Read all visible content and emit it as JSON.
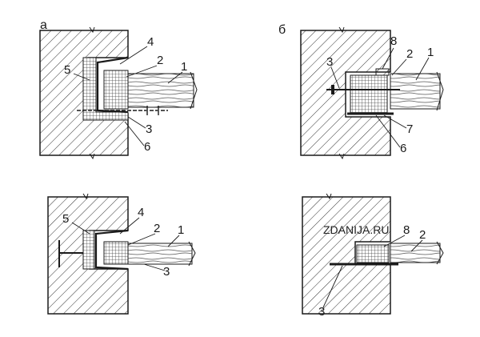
{
  "watermark": "ZDANIJA.RU",
  "panels": [
    {
      "id": "a",
      "letter": "а",
      "labels": [
        "5",
        "4",
        "2",
        "1",
        "3",
        "6"
      ]
    },
    {
      "id": "b",
      "letter": "б",
      "labels": [
        "8",
        "2",
        "1",
        "3",
        "7",
        "6"
      ]
    },
    {
      "id": "c",
      "letter": "",
      "labels": [
        "5",
        "4",
        "2",
        "1",
        "3"
      ]
    },
    {
      "id": "d",
      "letter": "",
      "labels": [
        "8",
        "2",
        "3"
      ]
    }
  ],
  "colors": {
    "ink": "#1a1a1a",
    "paper": "#ffffff"
  }
}
